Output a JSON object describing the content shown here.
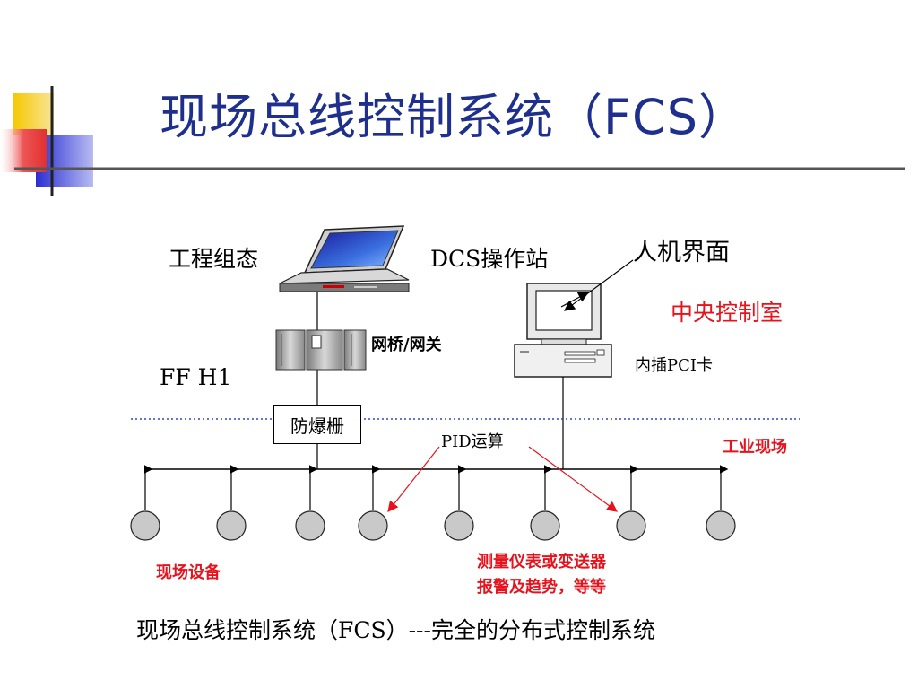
{
  "slide": {
    "title": "现场总线控制系统（FCS）",
    "caption": "现场总线控制系统（FCS）---完全的分布式控制系统"
  },
  "diagram": {
    "engineering_config": "工程组态",
    "dcs_station": "DCS操作站",
    "hmi": "人机界面",
    "central_control_room": "中央控制室",
    "bridge_gateway": "网桥/网关",
    "pci_card": "内插PCI卡",
    "ff_h1": "FF H1",
    "barrier": "防爆栅",
    "pid": "PID运算",
    "industrial_field": "工业现场",
    "field_devices": "现场设备",
    "instruments_line1": "测量仪表或变送器",
    "instruments_line2": "报警及趋势，等等"
  },
  "colors": {
    "title": "#1f2f8e",
    "red_text": "#e8121c",
    "deco_yellow": "#f6c700",
    "deco_red": "#e83a3a",
    "deco_blue": "#2a2ed0",
    "field_bus_dotted": "#3344cc"
  }
}
